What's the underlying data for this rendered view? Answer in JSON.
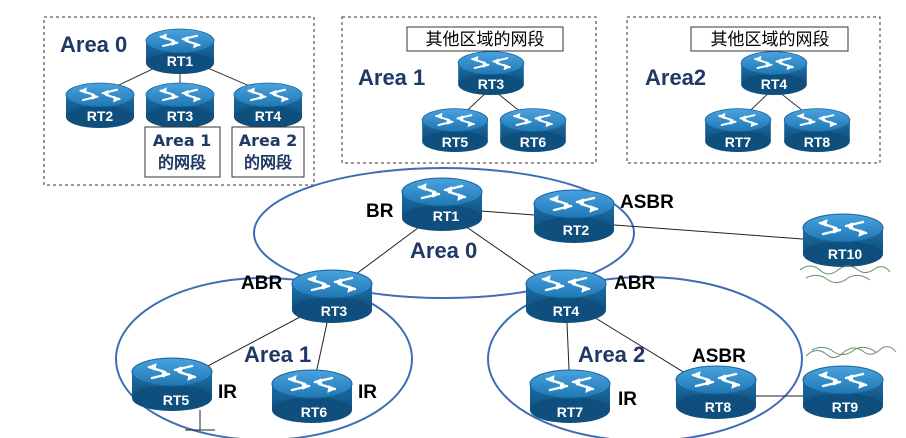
{
  "colors": {
    "router_top": "#2e86c1",
    "router_side": "#1a5f8f",
    "ellipse_stroke": "#3e6db5",
    "label_dark": "#1f3864"
  },
  "summary": {
    "area0": {
      "title": "Area 0",
      "routers": [
        "RT1",
        "RT2",
        "RT3",
        "RT4"
      ],
      "notes": {
        "rt3": [
          "Area 1",
          "的网段"
        ],
        "rt4": [
          "Area 2",
          "的网段"
        ]
      }
    },
    "area1": {
      "title": "Area 1",
      "caption": "其他区域的网段",
      "routers": [
        "RT3",
        "RT5",
        "RT6"
      ]
    },
    "area2": {
      "title": "Area2",
      "caption": "其他区域的网段",
      "routers": [
        "RT4",
        "RT7",
        "RT8"
      ]
    }
  },
  "topology": {
    "areas": {
      "area0": "Area 0",
      "area1": "Area 1",
      "area2": "Area 2"
    },
    "routers": [
      "RT1",
      "RT2",
      "RT3",
      "RT4",
      "RT5",
      "RT6",
      "RT7",
      "RT8",
      "RT9",
      "RT10"
    ],
    "roles": {
      "br": "BR",
      "asbr_top": "ASBR",
      "abr_left": "ABR",
      "abr_right": "ABR",
      "asbr_bottom": "ASBR",
      "ir_rt5": "IR",
      "ir_rt6": "IR",
      "ir_rt7": "IR"
    },
    "links": [
      [
        "RT1",
        "RT2"
      ],
      [
        "RT1",
        "RT3"
      ],
      [
        "RT1",
        "RT4"
      ],
      [
        "RT2",
        "RT10"
      ],
      [
        "RT3",
        "RT5"
      ],
      [
        "RT3",
        "RT6"
      ],
      [
        "RT4",
        "RT7"
      ],
      [
        "RT4",
        "RT8"
      ],
      [
        "RT8",
        "RT9"
      ]
    ]
  }
}
